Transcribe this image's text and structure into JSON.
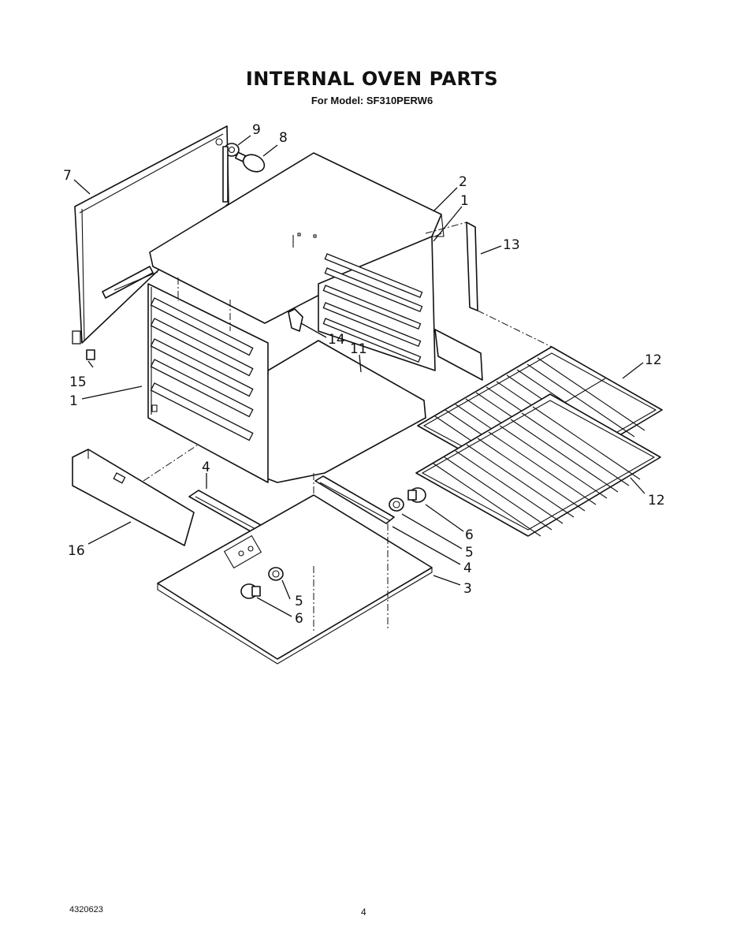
{
  "header": {
    "title": "INTERNAL OVEN PARTS",
    "subtitle": "For Model: SF310PERW6"
  },
  "callouts": [
    {
      "id": "c9",
      "label": "9"
    },
    {
      "id": "c8",
      "label": "8"
    },
    {
      "id": "c7",
      "label": "7"
    },
    {
      "id": "c2",
      "label": "2"
    },
    {
      "id": "c1a",
      "label": "1"
    },
    {
      "id": "c13",
      "label": "13"
    },
    {
      "id": "c14",
      "label": "14"
    },
    {
      "id": "c11",
      "label": "11"
    },
    {
      "id": "c12a",
      "label": "12"
    },
    {
      "id": "c15",
      "label": "15"
    },
    {
      "id": "c1b",
      "label": "1"
    },
    {
      "id": "c12b",
      "label": "12"
    },
    {
      "id": "c4a",
      "label": "4"
    },
    {
      "id": "c6a",
      "label": "6"
    },
    {
      "id": "c5a",
      "label": "5"
    },
    {
      "id": "c4b",
      "label": "4"
    },
    {
      "id": "c3",
      "label": "3"
    },
    {
      "id": "c16",
      "label": "16"
    },
    {
      "id": "c5b",
      "label": "5"
    },
    {
      "id": "c6b",
      "label": "6"
    }
  ],
  "footer": {
    "doc_number": "4320623",
    "page_number": "4"
  }
}
